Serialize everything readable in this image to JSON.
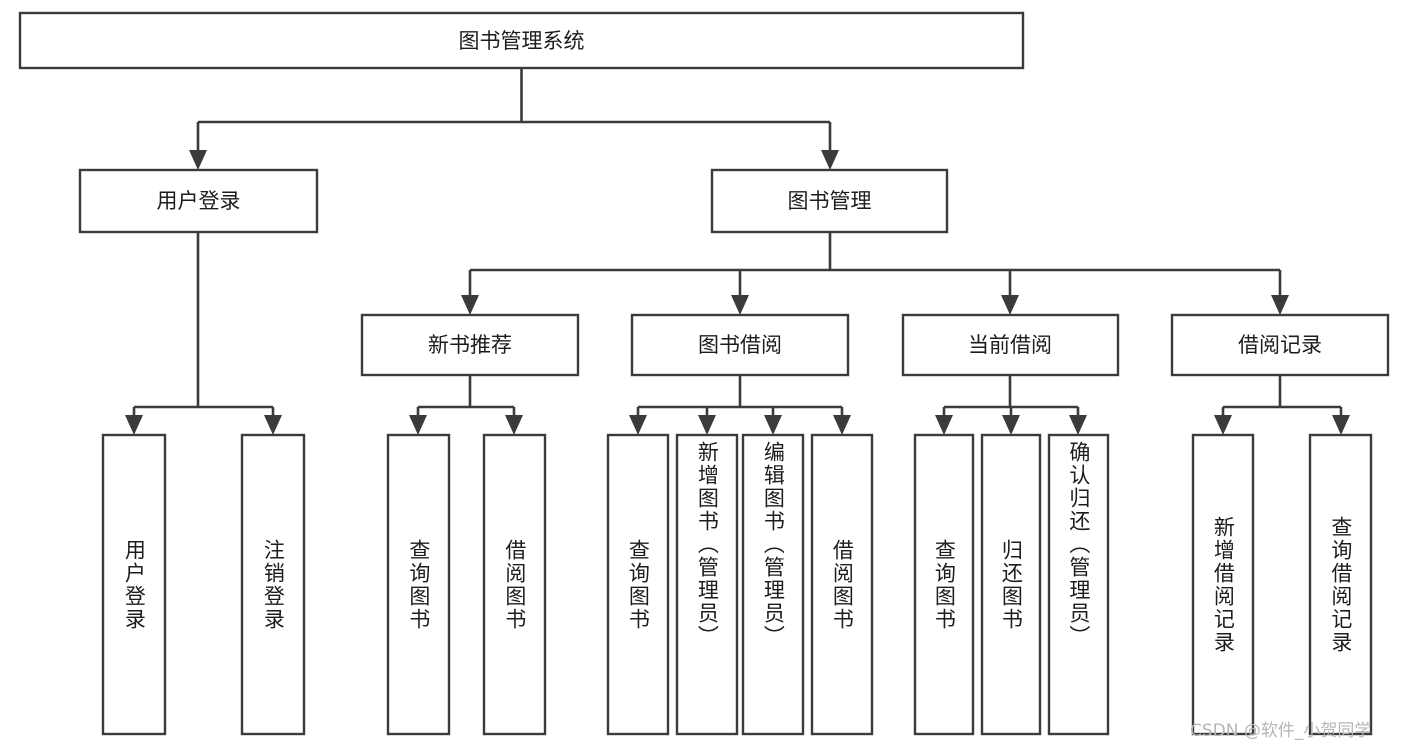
{
  "diagram": {
    "title": "图书管理系统",
    "type": "hierarchy-tree",
    "root": {
      "label": "图书管理系统",
      "orientation": "horizontal"
    },
    "level2": [
      {
        "label": "用户登录",
        "orientation": "horizontal"
      },
      {
        "label": "图书管理",
        "orientation": "horizontal"
      }
    ],
    "level3": [
      {
        "label": "新书推荐",
        "orientation": "horizontal"
      },
      {
        "label": "图书借阅",
        "orientation": "horizontal"
      },
      {
        "label": "当前借阅",
        "orientation": "horizontal"
      },
      {
        "label": "借阅记录",
        "orientation": "horizontal"
      }
    ],
    "leaves": {
      "user_login": [
        {
          "label": "用户登录",
          "orientation": "vertical"
        },
        {
          "label": "注销登录",
          "orientation": "vertical"
        }
      ],
      "new_book_recommend": [
        {
          "label": "查询图书",
          "orientation": "vertical"
        },
        {
          "label": "借阅图书",
          "orientation": "vertical"
        }
      ],
      "book_borrow": [
        {
          "label": "查询图书",
          "orientation": "vertical"
        },
        {
          "label": "新增图书（管理员）",
          "orientation": "vertical"
        },
        {
          "label": "编辑图书（管理员）",
          "orientation": "vertical"
        },
        {
          "label": "借阅图书",
          "orientation": "vertical"
        }
      ],
      "current_borrow": [
        {
          "label": "查询图书",
          "orientation": "vertical"
        },
        {
          "label": "归还图书",
          "orientation": "vertical"
        },
        {
          "label": "确认归还（管理员）",
          "orientation": "vertical"
        }
      ],
      "borrow_record": [
        {
          "label": "新增借阅记录",
          "orientation": "vertical"
        },
        {
          "label": "查询借阅记录",
          "orientation": "vertical"
        }
      ]
    },
    "colors": {
      "box_stroke": "#3b3b3b",
      "box_fill": "#ffffff",
      "connector": "#3b3b3b",
      "text": "#1d1d1d",
      "watermark": "#b6b6b6",
      "background": "#ffffff"
    }
  },
  "watermark": {
    "text": "CSDN @软件_小贺同学"
  }
}
